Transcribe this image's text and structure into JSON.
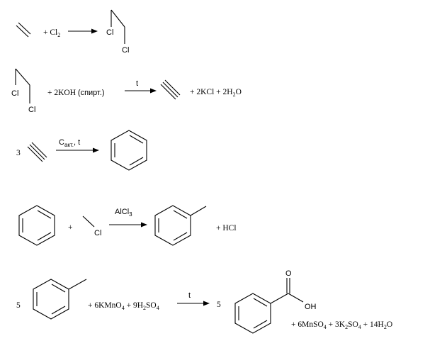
{
  "reactions": [
    {
      "reagent": {
        "pre": "+ Cl",
        "sub": "2",
        "post": ""
      },
      "product_labels": {
        "cl_top": "Cl",
        "cl_bottom": "Cl"
      }
    },
    {
      "reactant_labels": {
        "cl_top": "Cl",
        "cl_bottom": "Cl"
      },
      "reagent": {
        "text": "+ 2KOH",
        "paren": "(спирт.)"
      },
      "condition": "t",
      "byproducts": {
        "pre": "+ 2KCl + 2H",
        "sub": "2",
        "post": "O"
      }
    },
    {
      "coefficient": "3",
      "condition": {
        "main": "C",
        "sub": "акт.",
        "post": ", t"
      }
    },
    {
      "plus": "+",
      "reagent_label": "Cl",
      "condition": {
        "main": "AlCl",
        "sub": "3",
        "post": ""
      },
      "byproduct": "+ HCl"
    },
    {
      "coefficient": "5",
      "reagent": {
        "p1": "+ 6KMnO",
        "s1": "4",
        "p2": " + 9H",
        "s2": "2",
        "p3": "SO",
        "s3": "4"
      },
      "condition": "t",
      "product_coefficient": "5",
      "product_labels": {
        "o": "O",
        "oh": "OH"
      },
      "byproducts": {
        "p1": "+ 6MnSO",
        "s1": "4",
        "p2": " + 3K",
        "s2": "2",
        "p3": "SO",
        "s3": "4",
        "p4": " + 14H",
        "s4": "2",
        "p5": "O"
      }
    }
  ]
}
